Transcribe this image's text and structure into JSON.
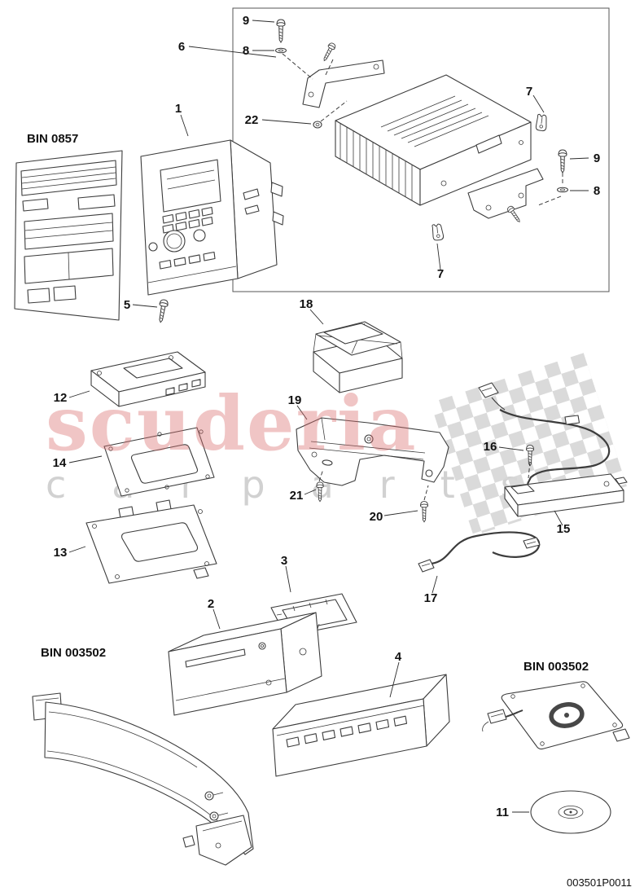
{
  "diagram": {
    "bins": {
      "bin_0857": "BIN 0857",
      "bin_003502_left": "BIN 003502",
      "bin_003502_right": "BIN 003502"
    },
    "drawing_number": "003501P0011",
    "callouts": {
      "n1": "1",
      "n2": "2",
      "n3": "3",
      "n4": "4",
      "n5": "5",
      "n6": "6",
      "n7": "7",
      "n8": "8",
      "n9": "9",
      "n11": "11",
      "n12": "12",
      "n13": "13",
      "n14": "14",
      "n15": "15",
      "n16": "16",
      "n17": "17",
      "n18": "18",
      "n19": "19",
      "n20": "20",
      "n21": "21",
      "n22": "22"
    }
  },
  "watermark": {
    "brand": "scuderia",
    "subtitle": "carparts",
    "brand_color": "#d96a6a",
    "subtitle_color": "#c6c6c6"
  },
  "colors": {
    "ink": "#3c3c3c",
    "background": "#ffffff"
  }
}
